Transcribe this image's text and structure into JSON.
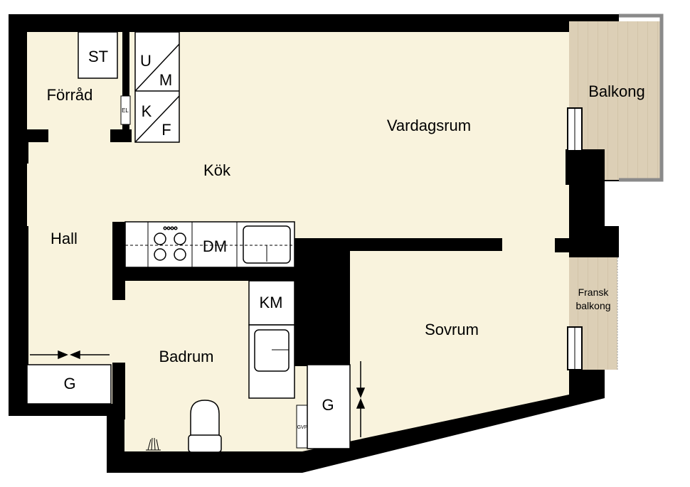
{
  "rooms": {
    "forrad": "Förråd",
    "vardagsrum": "Vardagsrum",
    "balkong": "Balkong",
    "kok": "Kök",
    "hall": "Hall",
    "fransk_balkong_line1": "Fransk",
    "fransk_balkong_line2": "balkong",
    "sovrum": "Sovrum",
    "badrum": "Badrum"
  },
  "fixtures": {
    "st": "ST",
    "u": "U",
    "m": "M",
    "k": "K",
    "f": "F",
    "el": "EL",
    "dm": "DM",
    "km": "KM",
    "g_hall": "G",
    "g_sovrum": "G",
    "gvp": "GVP"
  },
  "colors": {
    "floor": "#f9f3dd",
    "wall": "#000000",
    "balcony": "#dccfb6",
    "balcony_rail": "#8a8a8a",
    "fixture": "#ffffff"
  }
}
